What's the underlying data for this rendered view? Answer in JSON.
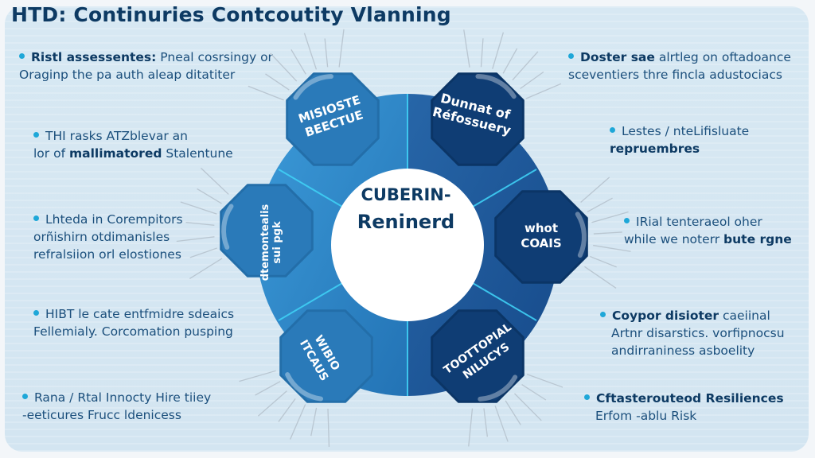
{
  "title": "HTD: Continuries Contcoutity Vlanning",
  "center": {
    "line1": "CUBERIN-",
    "line2": "Reninerd"
  },
  "segments": [
    {
      "id": "top-left",
      "line1": "MISIOSTE",
      "line2": "BEECTUE",
      "color": "#2a7ab9"
    },
    {
      "id": "top-right",
      "line1": "Dunnat of",
      "line2": "Réfossuery",
      "color": "#0f3d74"
    },
    {
      "id": "middle-left",
      "line1": "dtemontealis",
      "line2": "sui pgk",
      "color": "#2a7ab9"
    },
    {
      "id": "middle-right",
      "line1": "whot",
      "line2": "COAIS",
      "color": "#0f3d74"
    },
    {
      "id": "bottom-left",
      "line1": "WIBIO",
      "line2": "ITCAUS",
      "color": "#2a7ab9"
    },
    {
      "id": "bottom-right",
      "line1": "TOOTTOPIAL",
      "line2": "NILUCYS",
      "color": "#0f3d74"
    }
  ],
  "colors": {
    "accent": "#1ea7d8",
    "light_ring": "#2f90d0",
    "dark_ring": "#1a4f92",
    "text_dark": "#0d3a63"
  },
  "left_notes": [
    {
      "bold": "Ristl assessentes:",
      "text": " Pneal cosrsingy or",
      "line2": "Oraginp the pa auth aleap ditatiter"
    },
    {
      "bold": "",
      "text": "THI rasks ATZblevar an",
      "line2_pre": "lor of ",
      "line2_bold": "mallimatored",
      "line2": " Stalentune"
    },
    {
      "bold": "",
      "text": "Lhteda in Corempitors",
      "line2": "orñishirn otdimanisles",
      "line3": "refralsiion orl elostiones"
    },
    {
      "bold": "",
      "text": "HIBT le cate entfmidre sdeaics",
      "line2": "Fellemialy. Corcomation pusping"
    },
    {
      "bold": "",
      "text": "Rana / Rtal Innocty Hire tiiey",
      "line2": "-eeticures Frucc ldenicess"
    }
  ],
  "right_notes": [
    {
      "bold": "Doster sae",
      "text": " alrtleg on oftadoance",
      "line2": "sceventiers thre fincla adustociacs"
    },
    {
      "bold": "",
      "text": "Lestes / nteLifisluate",
      "line2_bold": "repruembres"
    },
    {
      "bold": "",
      "text": "IRial tenteraeol oher",
      "line2_pre": "while we noterr ",
      "line2_bold": "bute rgne"
    },
    {
      "bold": "Coypor disioter",
      "text": " caeiinal",
      "line2": "Artnr disarstics. vorfipnocsu",
      "line3": "andirraniness asboelity"
    },
    {
      "bold": "Cftasterouteod Resiliences",
      "text": "",
      "line2": "Erfom -ablu Risk"
    }
  ]
}
